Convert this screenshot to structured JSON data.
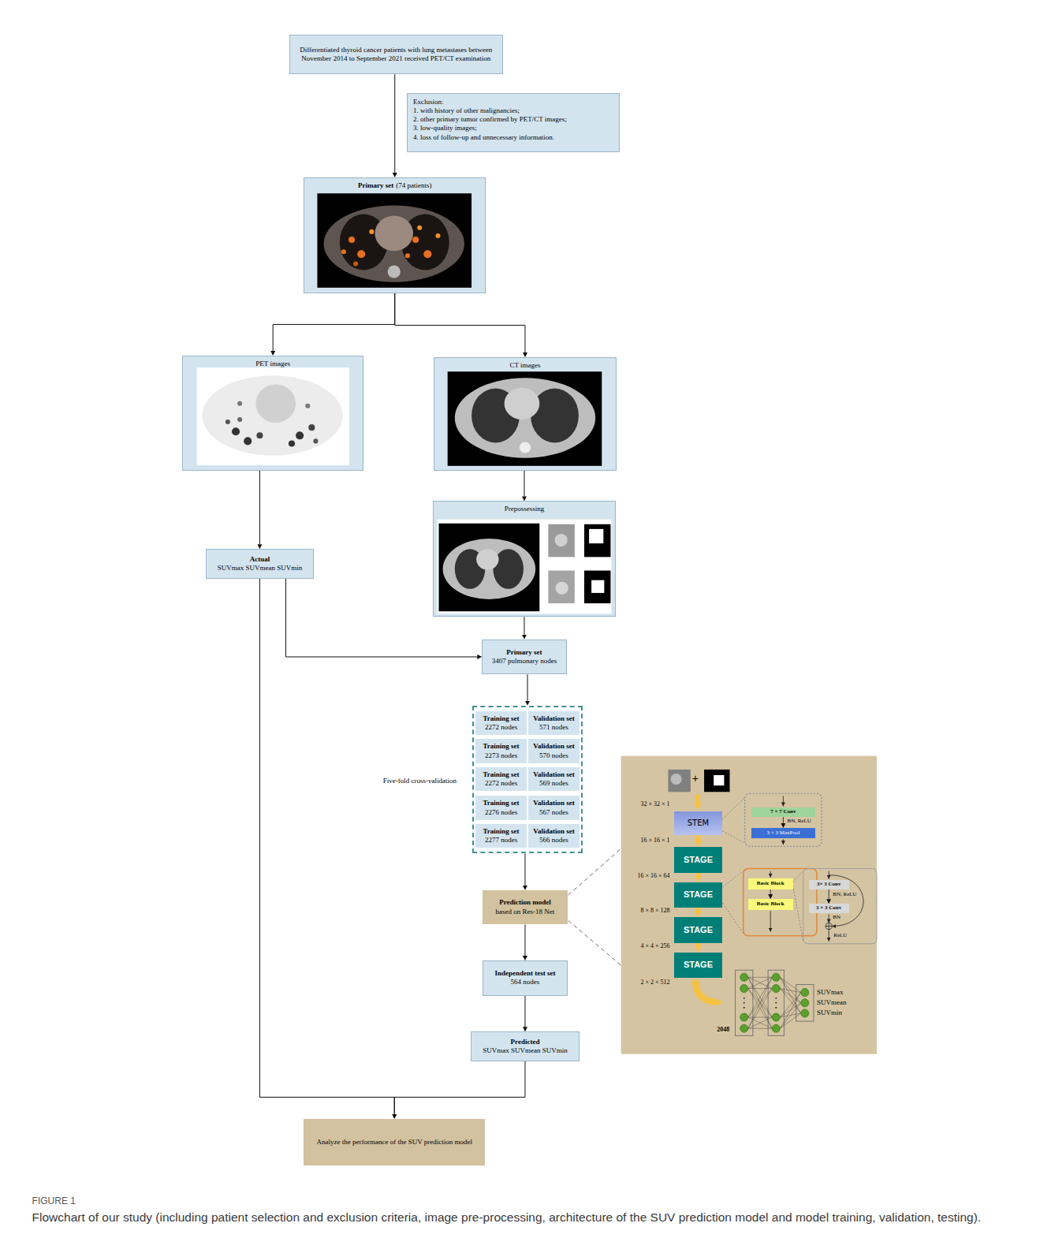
{
  "diagram": {
    "caption": "Flowchart of our study (including patient selection and exclusion criteria, image pre-processing, architecture of the SUV prediction model and model training, validation, testing).",
    "nodes": [
      {
        "text": [
          "Differentiated thyroid cancer patients with lung metastases between November 2014 to September 2021 received PET/CT examination"
        ]
      },
      {
        "text": [
          "Exclusion:",
          "1. with history of other malignancies;",
          "2. other primary tumor confirmed by PET/CT images;",
          "3. low-quality images;",
          "4. loss of follow-up and unnecessary information."
        ]
      },
      {
        "text": [
          "Primary set",
          "(74 patients)"
        ]
      },
      {
        "text": [
          "PET images"
        ]
      },
      {
        "text": [
          "CT images"
        ]
      },
      {
        "text": [
          "Prepossessing"
        ]
      },
      {
        "text": [
          "Actual",
          "SUVmax SUVmean SUVmin"
        ]
      },
      {
        "text": [
          "Primary set",
          "3407 pulmonary nodes"
        ]
      },
      {
        "text": [
          "Five-fold cross-validation"
        ]
      },
      {
        "text": [
          "Training set",
          "2272 nodes"
        ],
        "in": 8
      },
      {
        "text": [
          "Validation set",
          "571 nodes"
        ],
        "in": 8
      },
      {
        "text": [
          "Training set",
          "2273 nodes"
        ],
        "in": 8
      },
      {
        "text": [
          "Validation set",
          "570 nodes"
        ],
        "in": 8
      },
      {
        "text": [
          "Training set",
          "2272 nodes"
        ],
        "in": 8
      },
      {
        "text": [
          "Validation set",
          "569 nodes"
        ],
        "in": 8
      },
      {
        "text": [
          "Training set",
          "2276 nodes"
        ],
        "in": 8
      },
      {
        "text": [
          "Validation set",
          "567 nodes"
        ],
        "in": 8
      },
      {
        "text": [
          "Training set",
          "2277 nodes"
        ],
        "in": 8
      },
      {
        "text": [
          "Validation set",
          "566 nodes"
        ],
        "in": 8
      },
      {
        "text": [
          "Prediction model",
          "based on Res-18 Net"
        ]
      },
      {
        "text": [
          "Independent test set",
          "564 nodes"
        ]
      },
      {
        "text": [
          "Predicted",
          "SUVmax SUVmean SUVmin"
        ]
      },
      {
        "text": [
          "Analyze the performance of the SUV prediction model"
        ]
      },
      {
        "text": [
          "STEM"
        ]
      },
      {
        "text": [
          "STAGE"
        ]
      },
      {
        "text": [
          "STAGE"
        ]
      },
      {
        "text": [
          "STAGE"
        ]
      },
      {
        "text": [
          "STAGE"
        ]
      },
      {
        "text": [
          "7 × 7 Conv"
        ]
      },
      {
        "text": [
          "3 × 3 MaxPool"
        ]
      },
      {
        "text": [
          "Basic Block"
        ]
      },
      {
        "text": [
          "Basic Block"
        ]
      },
      {
        "text": [
          "3× 3 Conv"
        ]
      },
      {
        "text": [
          "3 × 3 Conv"
        ]
      }
    ],
    "edges": [
      {
        "from": 0,
        "to": 2,
        "arrow": "to"
      },
      {
        "from": 2,
        "to": 3,
        "arrow": "to"
      },
      {
        "from": 2,
        "to": 4,
        "arrow": "to"
      },
      {
        "from": 3,
        "to": 6,
        "arrow": "to"
      },
      {
        "from": 4,
        "to": 5,
        "arrow": "to"
      },
      {
        "from": 6,
        "to": 7,
        "arrow": "to"
      },
      {
        "from": 5,
        "to": 7,
        "arrow": "to"
      },
      {
        "from": 7,
        "to": 8,
        "arrow": "to"
      },
      {
        "from": 8,
        "to": 19,
        "arrow": "to"
      },
      {
        "from": 19,
        "to": 20,
        "arrow": "to"
      },
      {
        "from": 20,
        "to": 21,
        "arrow": "to"
      },
      {
        "from": 6,
        "to": 22,
        "arrow": "to"
      },
      {
        "from": 21,
        "to": 22,
        "arrow": "to"
      },
      {
        "from": 23,
        "to": 24,
        "arrow": "to"
      },
      {
        "from": 24,
        "to": 25,
        "arrow": "to"
      },
      {
        "from": 25,
        "to": 26,
        "arrow": "to"
      },
      {
        "from": 26,
        "to": 27,
        "arrow": "to"
      },
      {
        "from": 28,
        "to": 29,
        "arrow": "to"
      },
      {
        "from": 30,
        "to": 31,
        "arrow": "to"
      },
      {
        "from": 32,
        "to": 33,
        "arrow": "to"
      }
    ],
    "labels": [
      "+",
      "32 × 32 × 1",
      "16 × 16 × 1",
      "BN, ReLU",
      "16 × 16 × 64",
      "8 × 8 × 128",
      "BN, ReLU",
      "BN",
      "ReLU",
      "4 × 4 × 256",
      "2 × 2 × 512",
      "SUVmax",
      "SUVmean",
      "SUVmin",
      "2048",
      "FIGURE 1"
    ]
  }
}
